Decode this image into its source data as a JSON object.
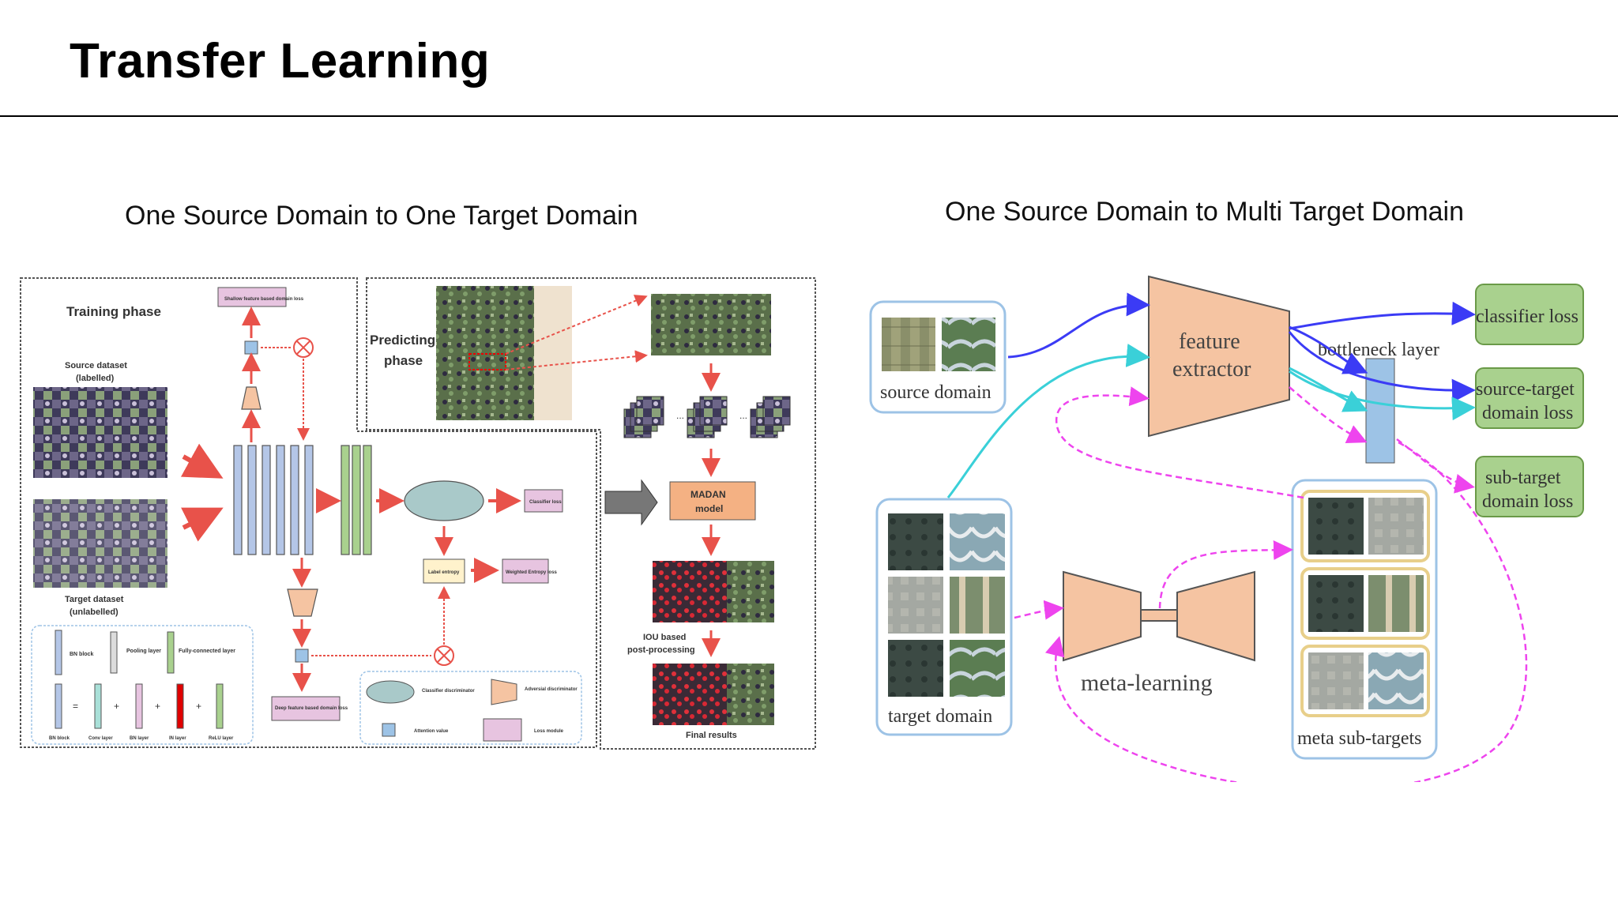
{
  "slide": {
    "title": "Transfer Learning",
    "left_subtitle": "One Source Domain to One Target Domain",
    "right_subtitle": "One Source Domain to Multi Target Domain"
  },
  "left_figure": {
    "training_phase": "Training phase",
    "predicting_phase": "Predicting phase",
    "source_dataset": "Source dataset",
    "source_labelled": "(labelled)",
    "target_dataset": "Target dataset",
    "target_unlabelled": "(unlabelled)",
    "shallow_loss": "Shallow feature based domain loss",
    "classifier_loss": "Classifier loss",
    "label_entropy": "Label entropy",
    "weighted_entropy": "Weighted Entropy loss",
    "deep_loss": "Deep feature based domain loss",
    "madan_model": "MADAN model",
    "iou_post": "IOU based post-processing",
    "final_results": "Final results",
    "ellipsis": "...",
    "legend": {
      "bn_block": "BN block",
      "pooling": "Pooling layer",
      "fc": "Fully-connected layer",
      "classifier_disc": "Classifier discriminator",
      "adversarial_disc": "Adversial discriminator",
      "attention": "Attention value",
      "loss_module": "Loss module",
      "eq_labels": [
        "BN block",
        "Conv layer",
        "BN layer",
        "IN layer",
        "ReLU layer"
      ],
      "eq_ops": [
        "=",
        "+",
        "+",
        "+"
      ]
    }
  },
  "right_figure": {
    "source_domain": "source domain",
    "target_domain": "target domain",
    "feature_extractor_1": "feature",
    "feature_extractor_2": "extractor",
    "bottleneck_layer": "bottleneck layer",
    "classifier_loss": "classifier loss",
    "source_target_loss_1": "source-target",
    "source_target_loss_2": "domain loss",
    "sub_target_loss_1": "sub-target",
    "sub_target_loss_2": "domain loss",
    "meta_learning": "meta-learning",
    "meta_sub_targets": "meta sub-targets"
  },
  "colors": {
    "node_fill": "#f5c4a2",
    "loss_box": "#a9d18e",
    "loss_border": "#6a9a48",
    "domain_border": "#9dc3e6",
    "bottleneck": "#9dc3e6",
    "arrow_blue": "#3b3bf5",
    "arrow_cyan": "#3ad0d8",
    "arrow_magenta": "#ee44ee",
    "arrow_red": "#e8524a"
  }
}
